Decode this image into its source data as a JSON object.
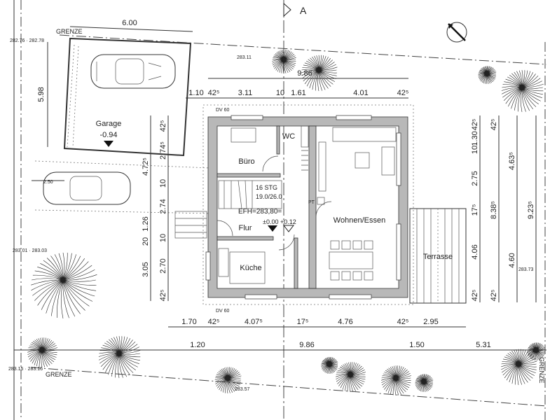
{
  "section_marker": "A",
  "boundary_label": "GRENZE",
  "elevations": {
    "top_left": "282.76 · 282.78",
    "top_mid": "283.11",
    "left_mid": "283.01 · 283.03",
    "bottom_left": "283.15 · 283.16",
    "bottom_mid": "283.57",
    "right_mid": "283.73"
  },
  "rooms": {
    "garage": "Garage",
    "garage_level": "-0.94",
    "buero": "Büro",
    "wc": "WC",
    "flur": "Flur",
    "kueche": "Küche",
    "wohnen": "Wohnen/Essen",
    "terrasse": "Terrasse",
    "pt": "PT"
  },
  "stairs": {
    "steps": "16 STG",
    "ratio": "19.0/26.0"
  },
  "level": {
    "efh": "EFH=283,80=",
    "zero": "±0.00",
    "plus": "+0.12"
  },
  "roof_overhang": "DV 60",
  "dimensions": {
    "garage_width": "6.00",
    "garage_depth": "5.98",
    "car_offset": "2.50",
    "top_total": "9.86",
    "top": [
      "1.10",
      "42⁵",
      "3.11",
      "10",
      "1.61",
      "4.01",
      "42⁵"
    ],
    "bottom_inner": [
      "1.70",
      "42⁵",
      "4.07⁵",
      "17⁵",
      "4.76",
      "42⁵",
      "2.95"
    ],
    "bottom_outer": [
      "1.20",
      "9.86",
      "1.50",
      "5.31"
    ],
    "left_outer": [
      "4.72⁵",
      "1.26",
      "20",
      "3.05"
    ],
    "left_inner": [
      "42⁵",
      "2.74⁵",
      "10",
      "2.74",
      "10",
      "2.70",
      "42⁵"
    ],
    "right_1": [
      "42⁵",
      "1.30",
      "10",
      "2.75",
      "17⁵",
      "4.06",
      "42⁵"
    ],
    "right_2": [
      "42⁵",
      "8.38⁵",
      "42⁵"
    ],
    "right_3": [
      "4.63⁵",
      "4.60"
    ],
    "right_4": [
      "9.23⁵"
    ]
  }
}
